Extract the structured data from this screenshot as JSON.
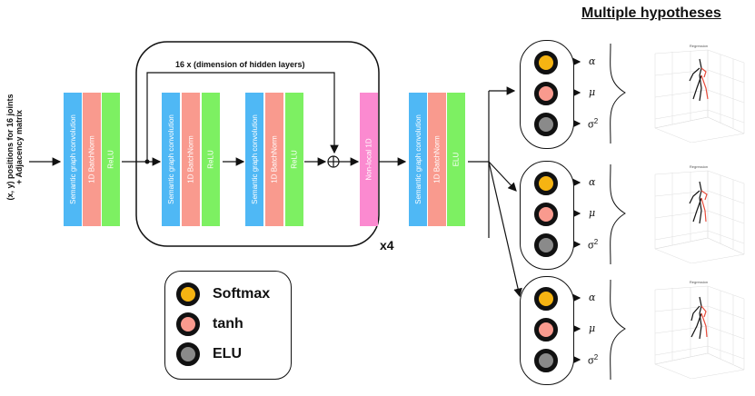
{
  "title": "Multiple hypotheses",
  "input_label_line1": "(x, y) positions for 16 joints",
  "input_label_line2": "+ Adjacency matrix",
  "blocks": {
    "sgc": "Semantic graph convolution",
    "bn": "1D BatchNorm",
    "relu": "ReLU",
    "nonlocal": "Non-local 1D",
    "elu": "ELU"
  },
  "hidden_label": "16 x (dimension of hidden layers)",
  "repeat_label": "x4",
  "legend": [
    {
      "label": "Softmax",
      "color": "#f6b412"
    },
    {
      "label": "tanh",
      "color": "#f99a8e"
    },
    {
      "label": "ELU",
      "color": "#8a8a8a"
    }
  ],
  "outputs": {
    "alpha": "α",
    "mu": "μ",
    "sigma": "σ",
    "sigma_sup": "2"
  },
  "plot_title": "Regression",
  "colors": {
    "softmax": "#f6b412",
    "tanh": "#f99a8e",
    "elu": "#8a8a8a"
  }
}
